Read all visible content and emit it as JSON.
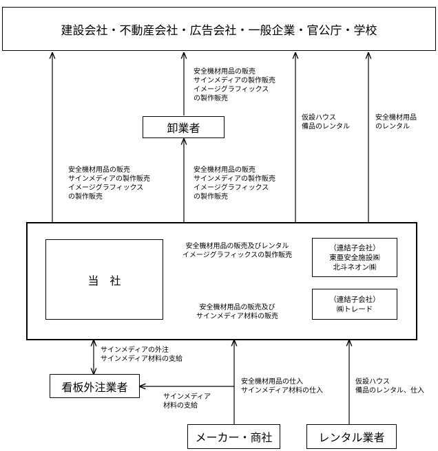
{
  "nodes": {
    "customers": "建設会社・不動産会社・広告会社・一般企業・官公庁・学校",
    "wholesaler": "卸業者",
    "company": "当　社",
    "sub1_tag": "（連結子会社）",
    "sub1_names": "東亜安全施設㈱\n北斗ネオン㈱",
    "sub2_tag": "（連結子会社）",
    "sub2_names": "㈱トレード",
    "sign_contractor": "看板外注業者",
    "maker": "メーカー・商社",
    "rental": "レンタル業者"
  },
  "labels": {
    "to_customer_from_wholesaler": "安全機材用品の販売\nサインメディアの製作販売\nイメージグラフィックス\nの製作販売",
    "to_customer_direct": "安全機材用品の販売\nサインメディアの製作販売\nイメージグラフィックス\nの製作販売",
    "to_wholesaler": "安全機材用品の販売\nサインメディアの製作販売\nイメージグラフィックス\nの製作販売",
    "rental_house": "仮設ハウス\n備品のレンタル",
    "rental_safety": "安全機材用品\nのレンタル",
    "sub1_link": "安全機材用品の販売及びレンタル\nイメージグラフィックスの製作販売",
    "sub2_link": "安全機材用品の販売及び\nサインメディア材料の販売",
    "sign_outsource": "サインメディアの外注\nサインメディア材料の支給",
    "sign_supply": "サインメディア\n材料の支給",
    "maker_supply": "安全機材用品の仕入\nサインメディア材料の仕入",
    "rental_supply": "仮設ハウス\n備品のレンタル、仕入"
  }
}
